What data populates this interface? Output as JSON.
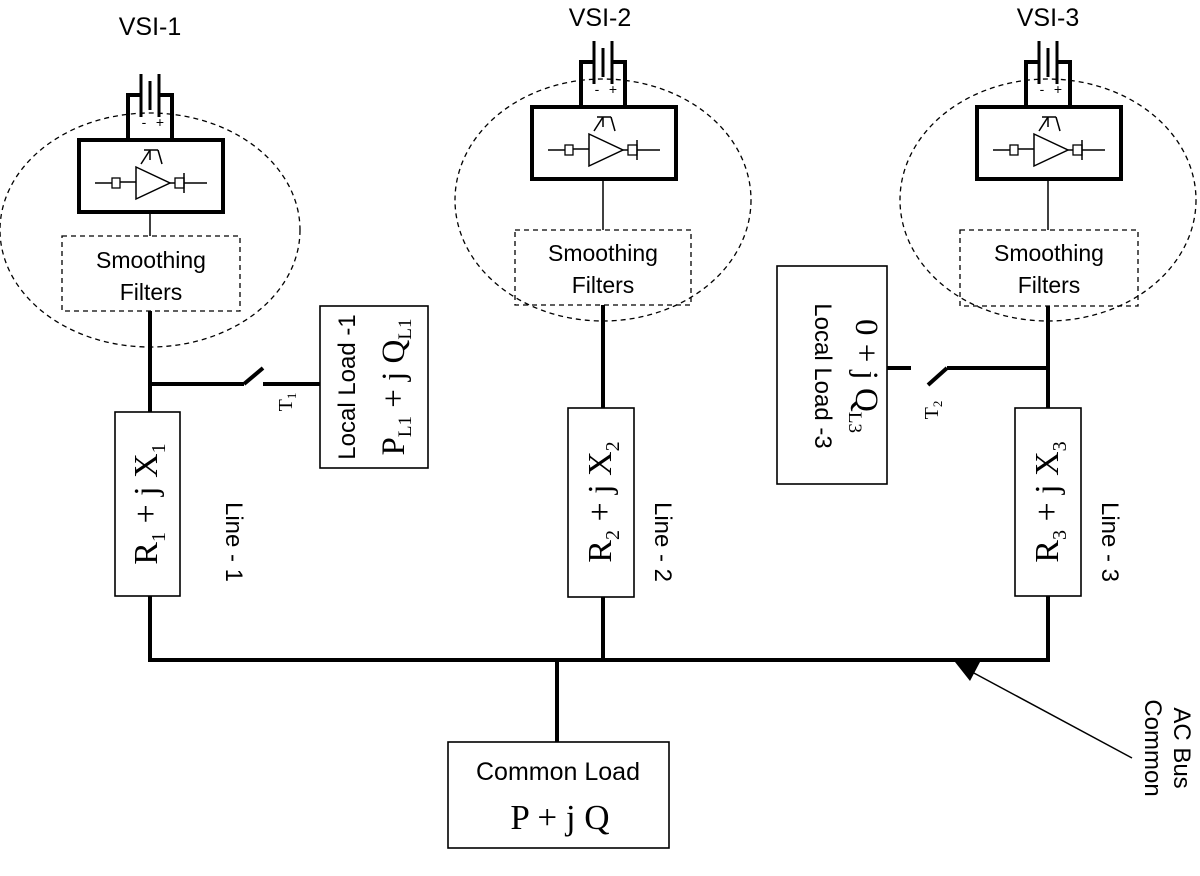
{
  "vsi_units": [
    {
      "title": "VSI-1",
      "filter_line1": "Smoothing",
      "filter_line2": "Filters",
      "battery_minus": "-",
      "battery_plus": "+"
    },
    {
      "title": "VSI-2",
      "filter_line1": "Smoothing",
      "filter_line2": "Filters",
      "battery_minus": "-",
      "battery_plus": "+"
    },
    {
      "title": "VSI-3",
      "filter_line1": "Smoothing",
      "filter_line2": "Filters",
      "battery_minus": "-",
      "battery_plus": "+"
    }
  ],
  "lines": [
    {
      "label": "Line - 1",
      "imp_R": "R",
      "imp_R_sub": "1",
      "imp_mid": " + j ",
      "imp_X": "X",
      "imp_X_sub": "1"
    },
    {
      "label": "Line - 2",
      "imp_R": "R",
      "imp_R_sub": "2",
      "imp_mid": " + j ",
      "imp_X": "X",
      "imp_X_sub": "2"
    },
    {
      "label": "Line - 3",
      "imp_R": "R",
      "imp_R_sub": "3",
      "imp_mid": " + j ",
      "imp_X": "X",
      "imp_X_sub": "3"
    }
  ],
  "local_loads": [
    {
      "title": "Local Load -1",
      "expr_p": "P",
      "expr_p_sub": "L1",
      "expr_mid": " + j Q",
      "expr_q_sub": "L1",
      "switch": "T",
      "switch_sub": "1"
    },
    {
      "title": "Local Load -3",
      "expr_pre": "0 + j Q",
      "expr_q_sub": "L3",
      "switch": "T",
      "switch_sub": "2"
    }
  ],
  "common_load": {
    "title": "Common Load",
    "expr": "P + j Q"
  },
  "bus_label": {
    "line1": "Common",
    "line2": "AC Bus"
  }
}
